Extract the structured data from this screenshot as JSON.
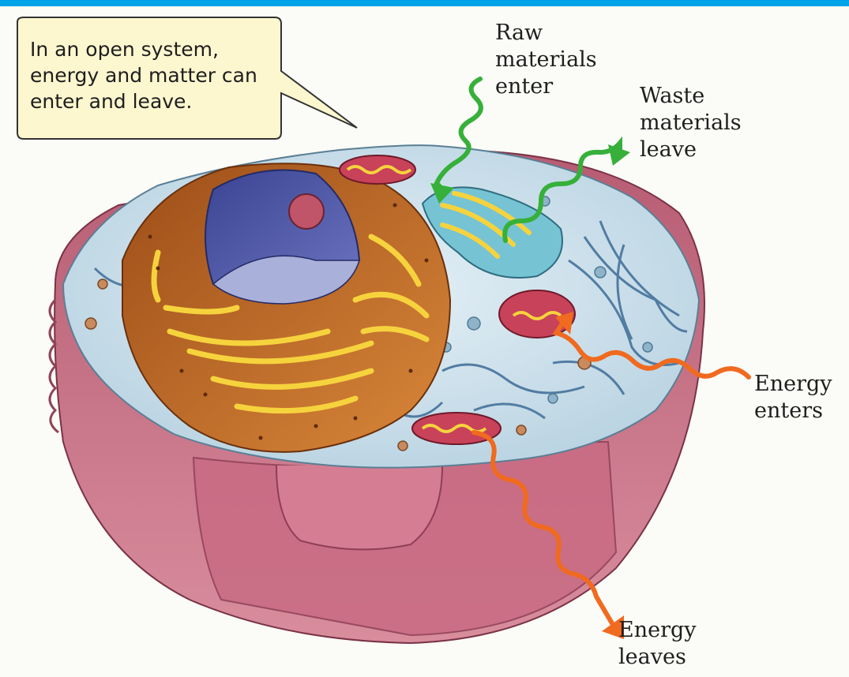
{
  "colors": {
    "top_bar": "#00a2e8",
    "callout_fill": "#fdf7cf",
    "green_arrow": "#36b03a",
    "orange_arrow": "#f06a1f",
    "cell_membrane": "#c3677e",
    "cytoplasm": "#cfe3ee",
    "nucleus": "#4b56a8",
    "er": "#c3762e",
    "golgi": "#6fbfd0",
    "mitochondria": "#c8425a"
  },
  "callout": {
    "text": "In an open system,\nenergy and matter can\nenter and leave."
  },
  "labels": {
    "raw_materials": "Raw\nmaterials\nenter",
    "waste_materials": "Waste\nmaterials\nleave",
    "energy_enters": "Energy\nenters",
    "energy_leaves": "Energy\nleaves"
  },
  "icons": {
    "raw_arrow": "green-wavy-arrow-down",
    "waste_arrow": "green-wavy-arrow-up",
    "energy_in_arrow": "orange-wavy-arrow-in",
    "energy_out_arrow": "orange-wavy-arrow-out"
  }
}
